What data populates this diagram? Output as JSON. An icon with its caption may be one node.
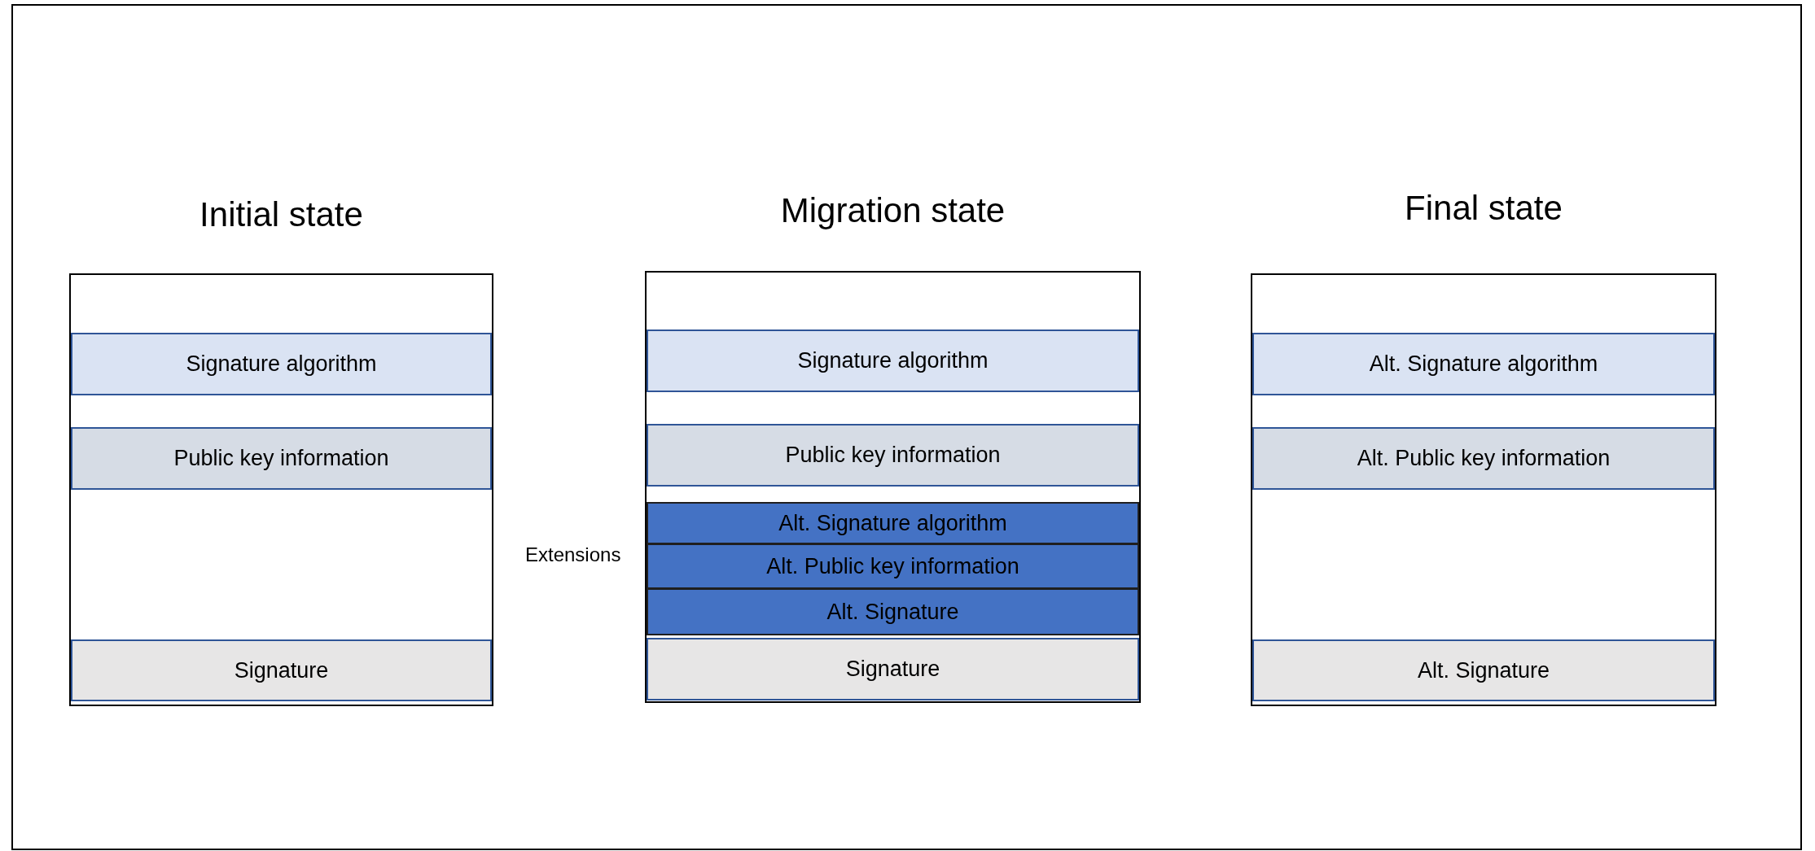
{
  "diagram": {
    "nodes": [
      {
        "text": [
          "Initial state"
        ]
      },
      {
        "text": [
          "Signature algorithm"
        ],
        "in": 0
      },
      {
        "text": [
          "Public key information"
        ],
        "in": 0
      },
      {
        "text": [
          "Signature"
        ],
        "in": 0
      },
      {
        "text": [
          "Migration state"
        ]
      },
      {
        "text": [
          "Signature algorithm"
        ],
        "in": 4
      },
      {
        "text": [
          "Public key information"
        ],
        "in": 4
      },
      {
        "text": [
          "Alt. Signature algorithm"
        ],
        "in": 4
      },
      {
        "text": [
          "Alt. Public key information"
        ],
        "in": 4
      },
      {
        "text": [
          "Alt. Signature"
        ],
        "in": 4
      },
      {
        "text": [
          "Signature"
        ],
        "in": 4
      },
      {
        "text": [
          "Final state"
        ]
      },
      {
        "text": [
          "Alt. Signature algorithm"
        ],
        "in": 11
      },
      {
        "text": [
          "Alt. Public key information"
        ],
        "in": 11
      },
      {
        "text": [
          "Alt. Signature"
        ],
        "in": 11
      }
    ],
    "edges": [],
    "labels": [
      "Extensions"
    ]
  }
}
